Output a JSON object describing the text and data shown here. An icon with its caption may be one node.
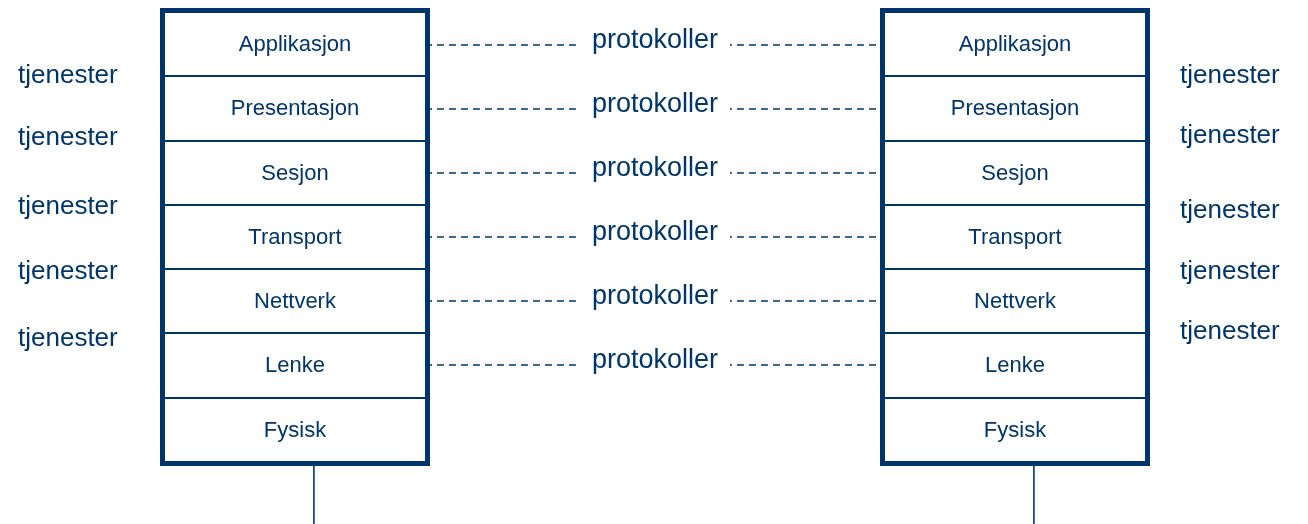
{
  "diagram": {
    "nodes": [
      {
        "text": [],
        "shape": "box"
      },
      {
        "text": [
          "Applikasjon"
        ],
        "in": 0
      },
      {
        "text": [
          "Presentasjon"
        ],
        "in": 0
      },
      {
        "text": [
          "Sesjon"
        ],
        "in": 0
      },
      {
        "text": [
          "Transport"
        ],
        "in": 0
      },
      {
        "text": [
          "Nettverk"
        ],
        "in": 0
      },
      {
        "text": [
          "Lenke"
        ],
        "in": 0
      },
      {
        "text": [
          "Fysisk"
        ],
        "in": 0
      },
      {
        "text": [],
        "shape": "box"
      },
      {
        "text": [
          "Applikasjon"
        ],
        "in": 8
      },
      {
        "text": [
          "Presentasjon"
        ],
        "in": 8
      },
      {
        "text": [
          "Sesjon"
        ],
        "in": 8
      },
      {
        "text": [
          "Transport"
        ],
        "in": 8
      },
      {
        "text": [
          "Nettverk"
        ],
        "in": 8
      },
      {
        "text": [
          "Lenke"
        ],
        "in": 8
      },
      {
        "text": [
          "Fysisk"
        ],
        "in": 8
      }
    ],
    "edges": [
      {
        "from": 1,
        "to": 9,
        "arrow": "none",
        "label": "protokoller",
        "style": "dashed"
      },
      {
        "from": 2,
        "to": 10,
        "arrow": "none",
        "label": "protokoller",
        "style": "dashed"
      },
      {
        "from": 3,
        "to": 11,
        "arrow": "none",
        "label": "protokoller",
        "style": "dashed"
      },
      {
        "from": 4,
        "to": 12,
        "arrow": "none",
        "label": "protokoller",
        "style": "dashed"
      },
      {
        "from": 5,
        "to": 13,
        "arrow": "none",
        "label": "protokoller",
        "style": "dashed"
      },
      {
        "from": 6,
        "to": 14,
        "arrow": "none",
        "label": "protokoller",
        "style": "dashed"
      },
      {
        "from": 0,
        "to": null,
        "arrow": "none"
      },
      {
        "from": 8,
        "to": null,
        "arrow": "none"
      }
    ],
    "labels": [
      "tjenester",
      "tjenester",
      "tjenester",
      "tjenester",
      "tjenester",
      "tjenester",
      "tjenester",
      "tjenester",
      "tjenester",
      "tjenester"
    ]
  }
}
